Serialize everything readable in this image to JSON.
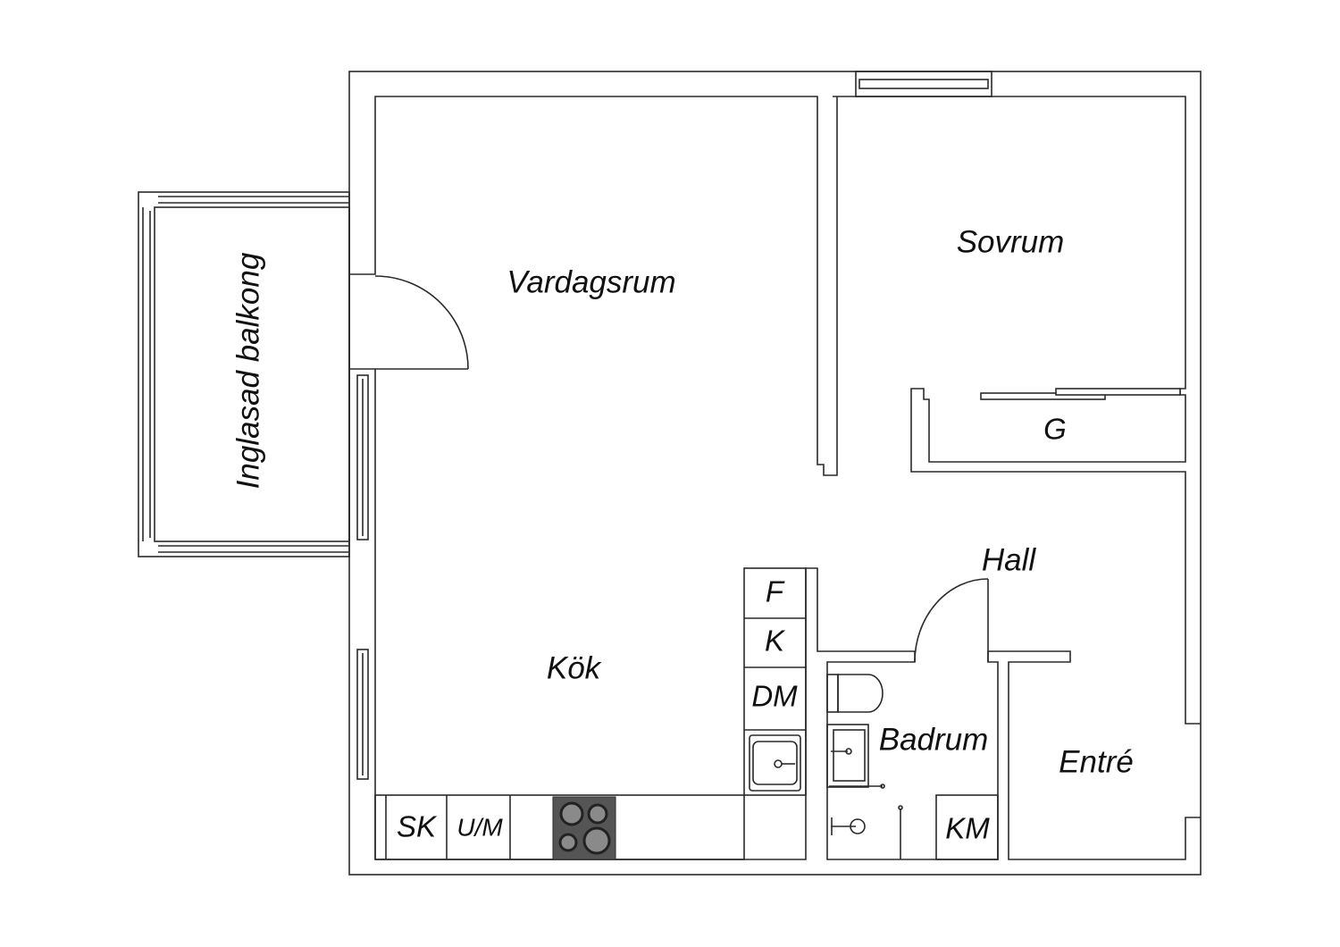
{
  "plan": {
    "rooms": {
      "living_room": "Vardagsrum",
      "bedroom": "Sovrum",
      "wardrobe": "G",
      "hall": "Hall",
      "kitchen": "Kök",
      "bathroom": "Badrum",
      "entrance": "Entré",
      "balcony": "Inglasad balkong"
    },
    "fixtures": {
      "fridge": "F",
      "freezer": "K",
      "dishwasher": "DM",
      "cupboard": "SK",
      "oven_microwave": "U/M",
      "washing_machine": "KM"
    },
    "colors": {
      "line": "#2a2a2a",
      "stove": "#555555",
      "burner": "#8a8a8a"
    }
  }
}
